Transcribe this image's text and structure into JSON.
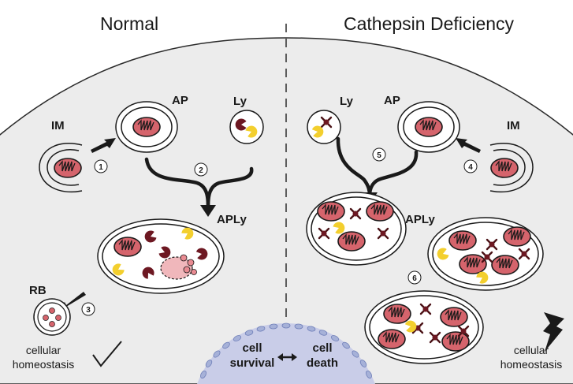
{
  "titles": {
    "left": "Normal",
    "right": "Cathepsin Deficiency"
  },
  "labels": {
    "im": "IM",
    "ap": "AP",
    "ly": "Ly",
    "aply": "APLy",
    "rb": "RB"
  },
  "steps": [
    "1",
    "2",
    "3",
    "4",
    "5",
    "6"
  ],
  "outcomes": {
    "homeostasis_line1": "cellular",
    "homeostasis_line2": "homeostasis"
  },
  "nucleus": {
    "left_line1": "cell",
    "left_line2": "survival",
    "right_line1": "cell",
    "right_line2": "death"
  },
  "colors": {
    "cytoplasm": "#ececec",
    "nucleus": "#c9cde8",
    "nucleus_dots": "#a6b1d8",
    "mitochondria": "#d5646c",
    "enzyme_dark": "#6d1822",
    "enzyme_yellow": "#f3cf2e"
  }
}
